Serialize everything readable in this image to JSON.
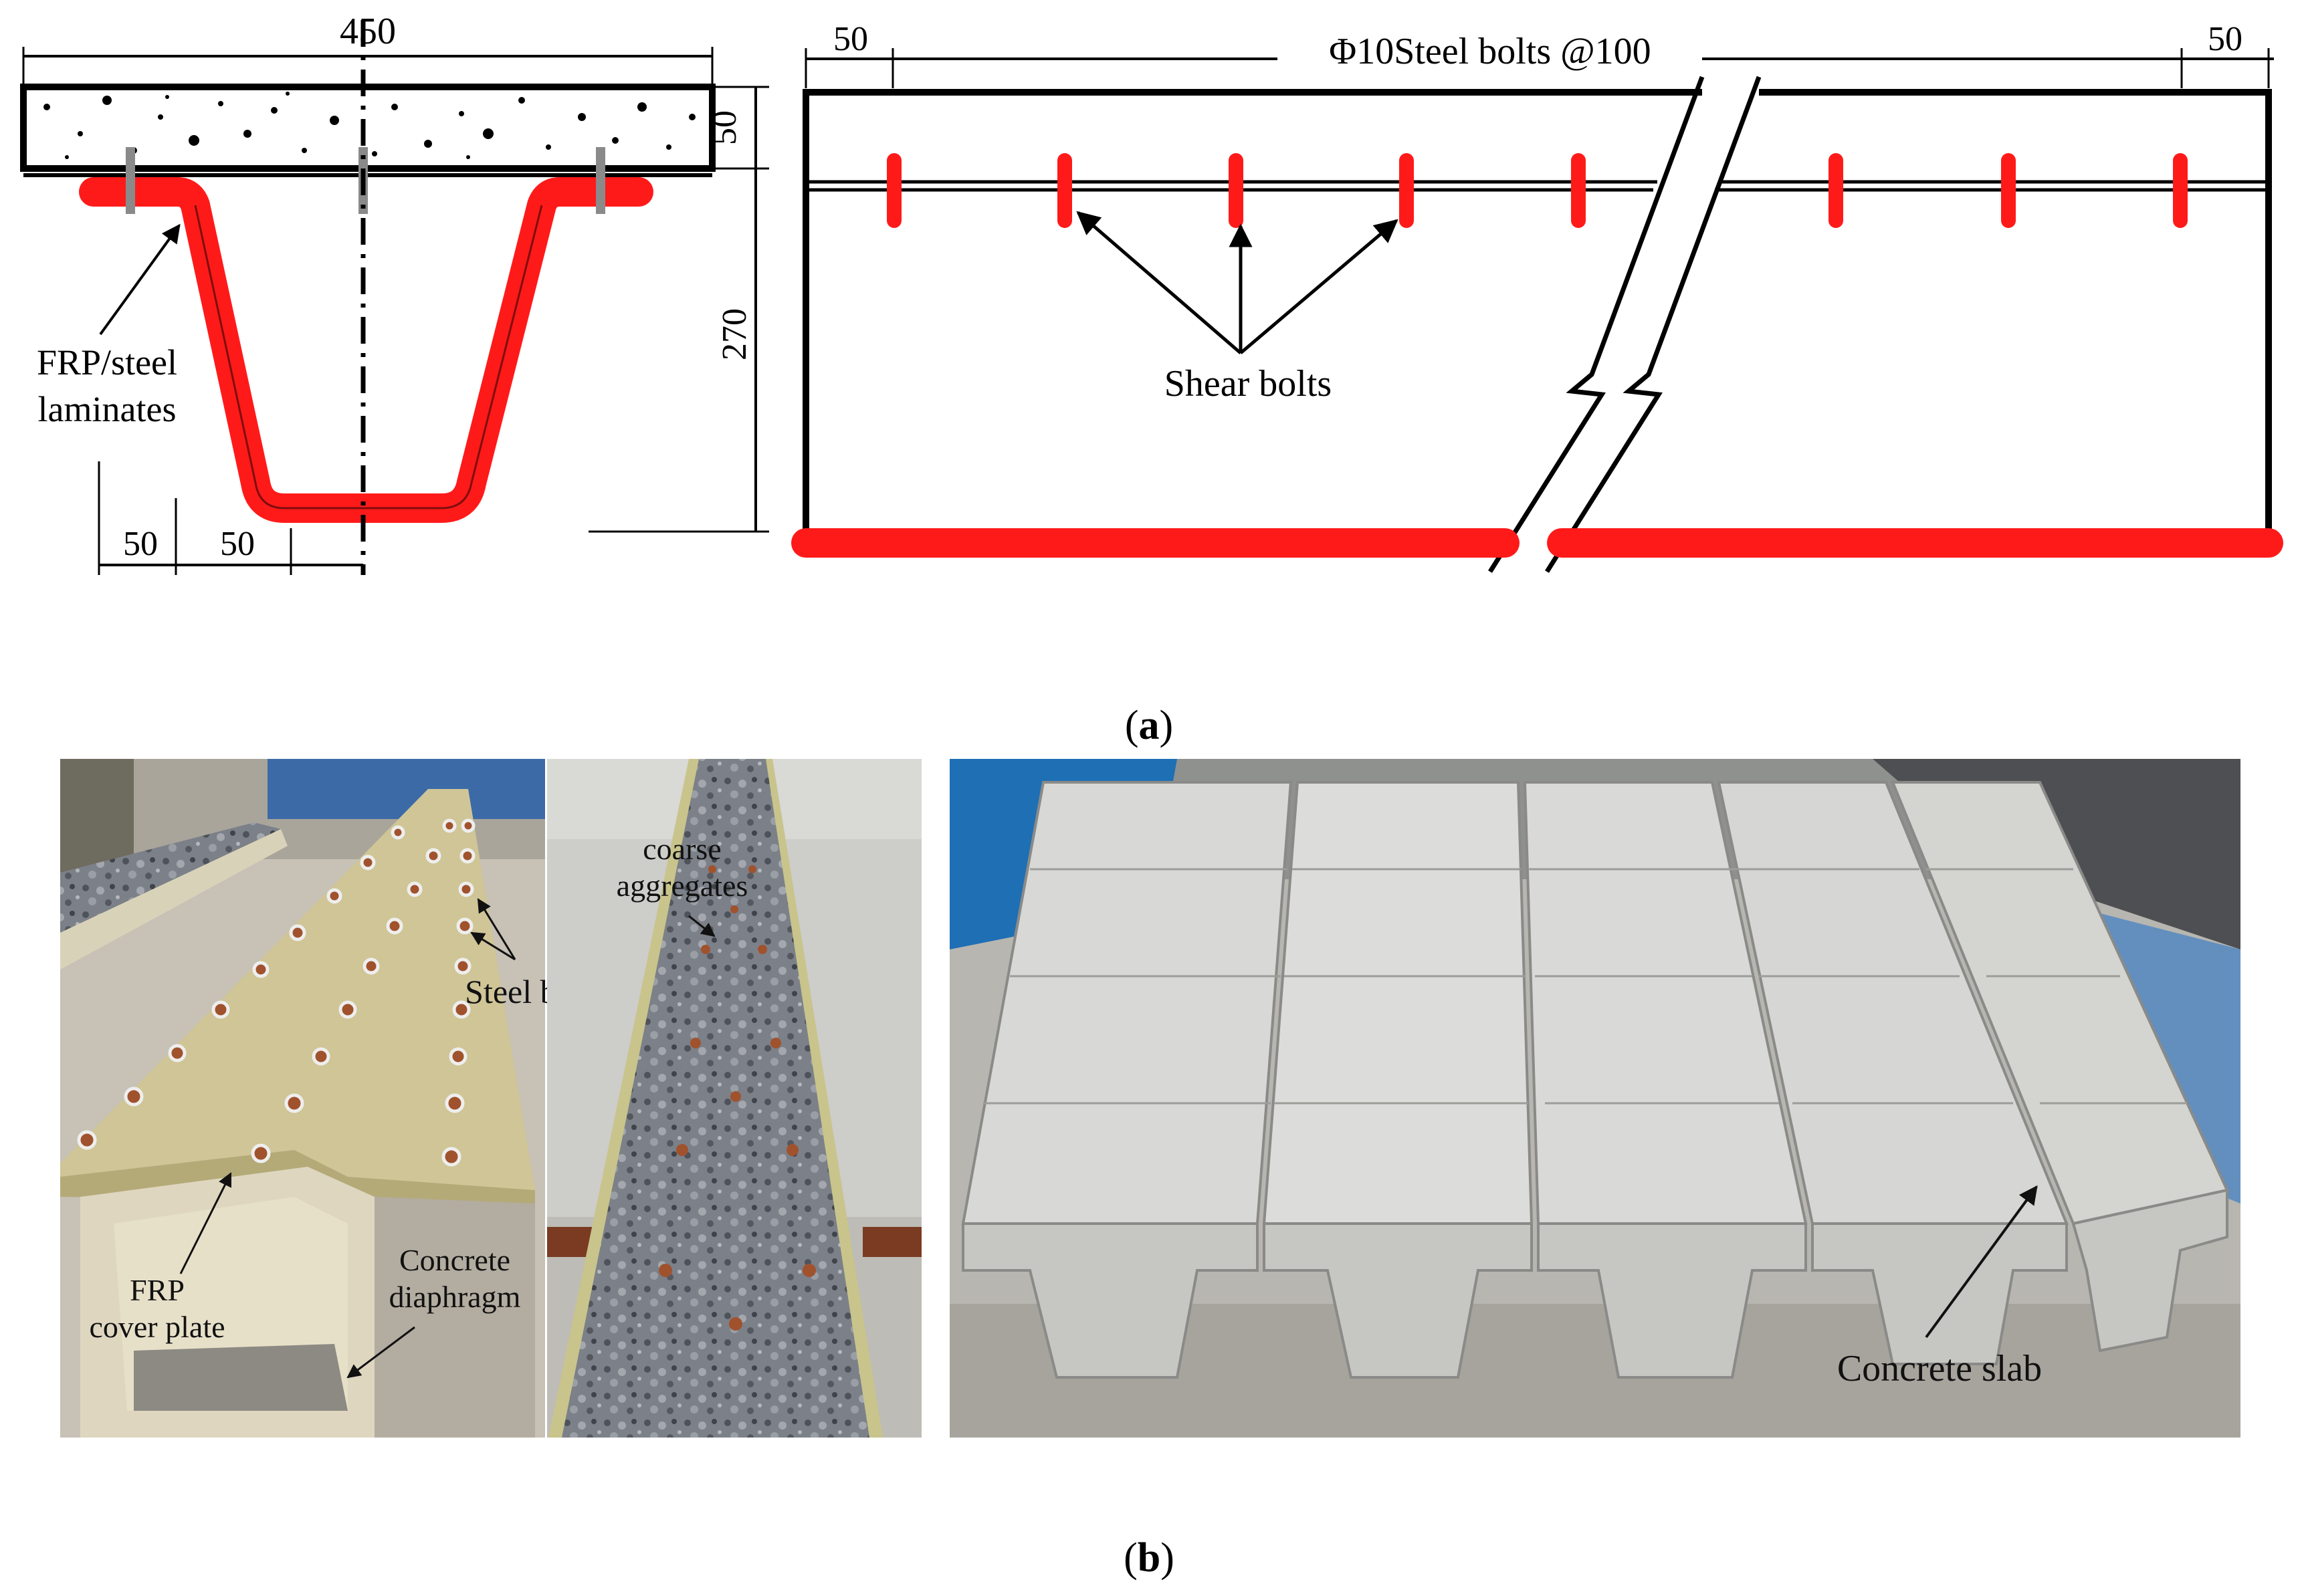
{
  "cross_section": {
    "top_width": "450",
    "slab_thickness": "50",
    "height": "270",
    "bottom_dim_left": "50",
    "bottom_dim_right": "50",
    "laminate_label_1": "FRP/steel",
    "laminate_label_2": "laminates"
  },
  "elevation": {
    "end_left": "50",
    "end_right": "50",
    "bolt_spec": "Φ10Steel bolts @100",
    "shear_bolts_label": "Shear bolts"
  },
  "captions": {
    "a_open": "(",
    "a_letter": "a",
    "a_close": ")",
    "b_open": "(",
    "b_letter": "b",
    "b_close": ")"
  },
  "photos": {
    "steel_bolts": "Steel bolts",
    "frp_cover_1": "FRP",
    "frp_cover_2": "cover plate",
    "diaphragm_1": "Concrete",
    "diaphragm_2": "diaphragm",
    "aggregates_1": "coarse",
    "aggregates_2": "aggregates",
    "concrete_slab": "Concrete slab"
  },
  "colors": {
    "laminate_red": "#ff1a1a",
    "line_black": "#000000",
    "frp_green": "#c9c08a",
    "concrete_grey": "#c9c9c9",
    "tarp_blue": "#1f6fb5"
  }
}
